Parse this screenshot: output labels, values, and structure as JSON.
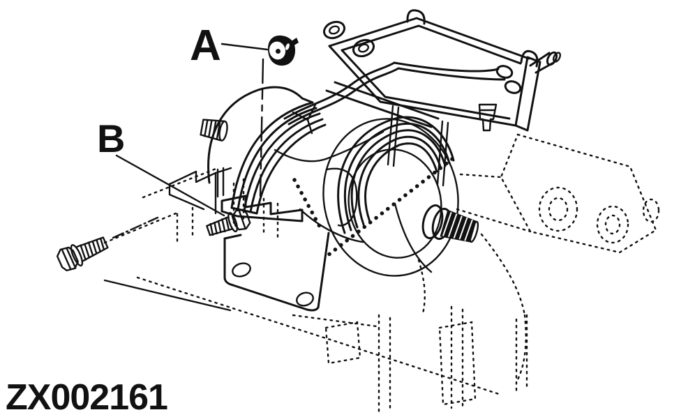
{
  "labels": {
    "callout_a": "A",
    "callout_b": "B",
    "figure_code": "ZX002161"
  },
  "colors": {
    "line": "#111111",
    "background": "#ffffff"
  }
}
